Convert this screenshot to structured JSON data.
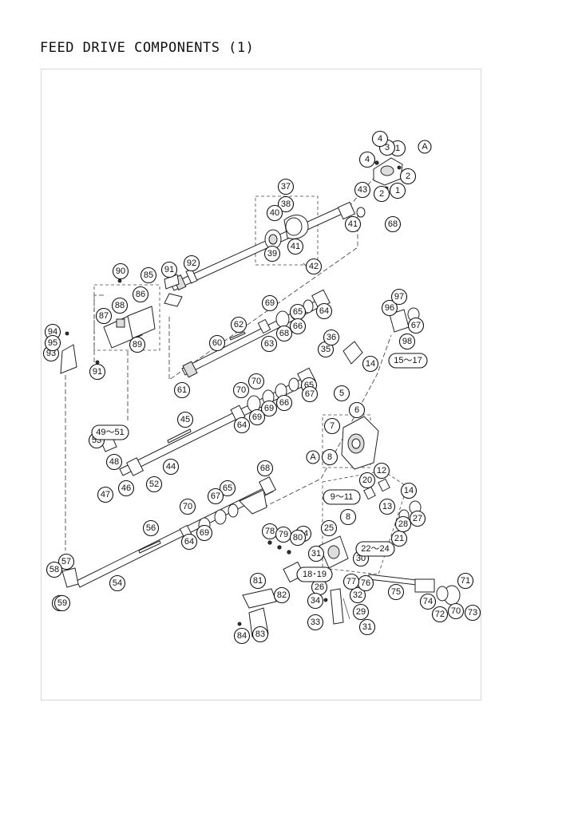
{
  "page": {
    "title": "FEED DRIVE COMPONENTS (1)"
  },
  "diagram": {
    "reference_marks": [
      "A",
      "A"
    ],
    "part_numbers": [
      "1",
      "1",
      "2",
      "2",
      "3",
      "4",
      "4",
      "5",
      "6",
      "7",
      "8",
      "8",
      "9～11",
      "12",
      "13",
      "14",
      "14",
      "15～17",
      "18･19",
      "20",
      "21",
      "22～24",
      "25",
      "26",
      "27",
      "28",
      "29",
      "30",
      "31",
      "31",
      "32",
      "33",
      "34",
      "35",
      "36",
      "37",
      "38",
      "39",
      "40",
      "41",
      "41",
      "42",
      "43",
      "44",
      "45",
      "46",
      "47",
      "48",
      "49～51",
      "52",
      "53",
      "54",
      "55",
      "56",
      "57",
      "58",
      "59",
      "60",
      "61",
      "62",
      "63",
      "64",
      "64",
      "64",
      "64",
      "65",
      "65",
      "65",
      "66",
      "66",
      "67",
      "67",
      "67",
      "68",
      "68",
      "68",
      "69",
      "69",
      "69",
      "69",
      "70",
      "70",
      "70",
      "70",
      "71",
      "72",
      "73",
      "74",
      "75",
      "76",
      "77",
      "78",
      "79",
      "80",
      "81",
      "82",
      "83",
      "84",
      "85",
      "86",
      "87",
      "88",
      "89",
      "90",
      "91",
      "91",
      "92",
      "93",
      "94",
      "95",
      "96",
      "97",
      "98",
      "99"
    ]
  }
}
